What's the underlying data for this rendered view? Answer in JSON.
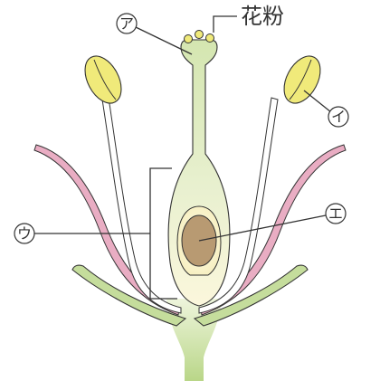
{
  "labels": {
    "a": "ア",
    "i": "イ",
    "u": "ウ",
    "e": "エ",
    "pollen": "花粉"
  },
  "colors": {
    "pistil": "#d8e8b8",
    "ovary_inner": "#fdf6d4",
    "ovule": "#b89a72",
    "anther": "#f0ea7a",
    "petal": "#e8a7be",
    "sepal": "#c8e0a0",
    "outline": "#333333"
  }
}
